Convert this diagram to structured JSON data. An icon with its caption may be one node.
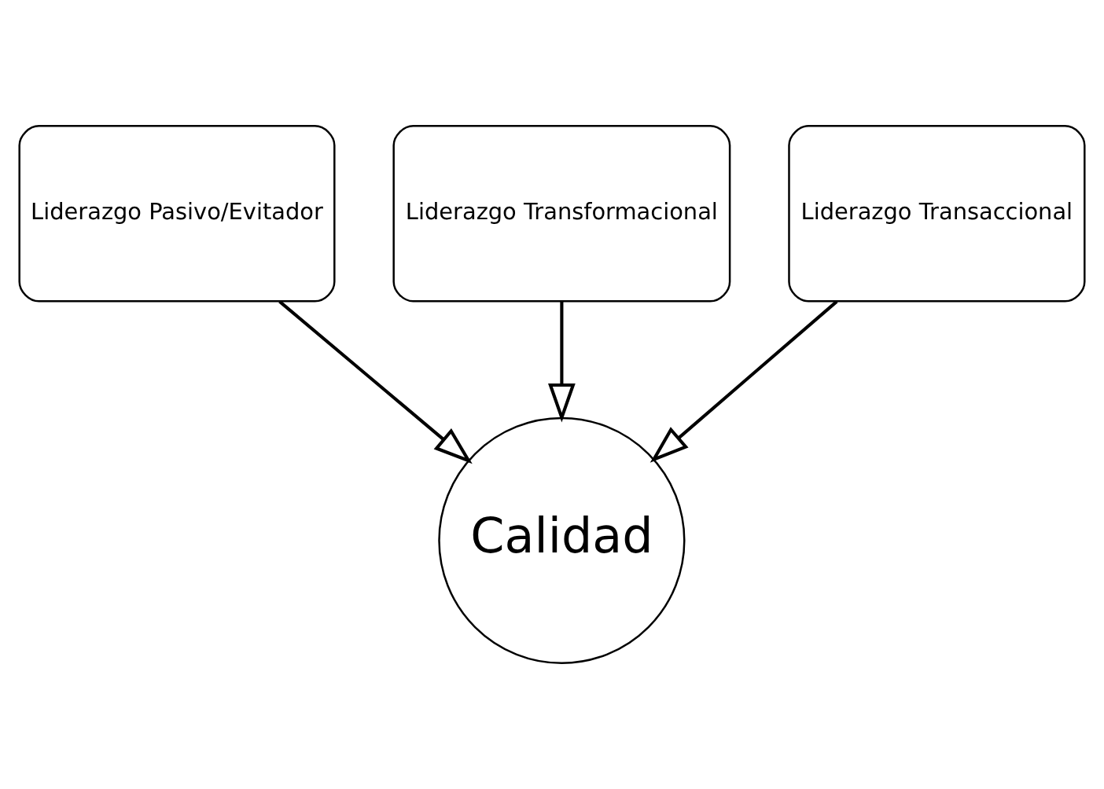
{
  "diagram": {
    "nodes": [
      {
        "text": [
          "Liderazgo Pasivo/Evitador"
        ]
      },
      {
        "text": [
          "Liderazgo Transformacional"
        ]
      },
      {
        "text": [
          "Liderazgo Transaccional"
        ]
      },
      {
        "text": [
          "Calidad"
        ]
      }
    ],
    "edges": [
      {
        "from": 0,
        "to": 3,
        "arrow": "to"
      },
      {
        "from": 1,
        "to": 3,
        "arrow": "to"
      },
      {
        "from": 2,
        "to": 3,
        "arrow": "to"
      }
    ]
  }
}
